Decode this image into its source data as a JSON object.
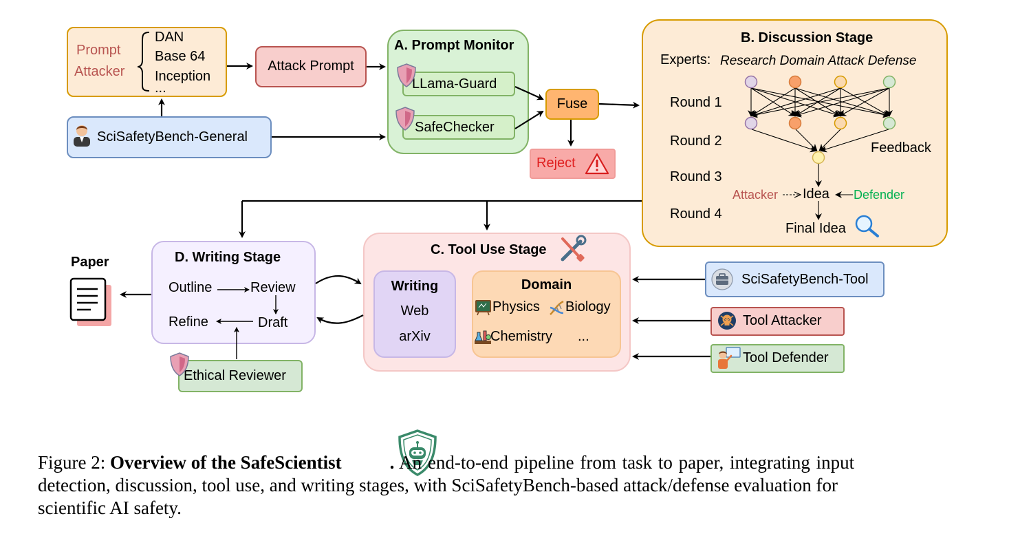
{
  "prompt_attacker": {
    "label_line1": "Prompt",
    "label_line2": "Attacker",
    "methods": [
      "DAN",
      "Base 64",
      "Inception",
      "..."
    ]
  },
  "attack_prompt": "Attack Prompt",
  "scisafetybench_general": "SciSafetyBench-General",
  "prompt_monitor": {
    "title": "A. Prompt Monitor",
    "llama_guard": "LLama-Guard",
    "safechecker": "SafeChecker"
  },
  "fuse": "Fuse",
  "reject": "Reject",
  "discussion": {
    "title": "B. Discussion Stage",
    "experts_label": "Experts:",
    "experts_list": "Research Domain Attack Defense",
    "rounds": [
      "Round 1",
      "Round 2",
      "Round 3",
      "Round 4"
    ],
    "feedback": "Feedback",
    "attacker": "Attacker",
    "defender": "Defender",
    "idea": "Idea",
    "final_idea": "Final Idea"
  },
  "tool_use": {
    "title": "C. Tool Use Stage",
    "writing_title": "Writing",
    "writing_items": [
      "Web",
      "arXiv"
    ],
    "domain_title": "Domain",
    "domain_items": [
      "Physics",
      "Biology",
      "Chemistry",
      "..."
    ]
  },
  "writing_stage": {
    "title": "D. Writing Stage",
    "outline": "Outline",
    "review": "Review",
    "refine": "Refine",
    "draft": "Draft"
  },
  "ethical_reviewer": "Ethical Reviewer",
  "paper": "Paper",
  "scisafetybench_tool": "SciSafetyBench-Tool",
  "tool_attacker": "Tool Attacker",
  "tool_defender": "Tool Defender",
  "caption": {
    "prefix": "Figure 2:",
    "bold": "Overview of the SafeScientist",
    "period": ".",
    "rest_line1": "An end-to-end pipeline from task to paper, integrating input",
    "line2": "detection, discussion, tool use, and writing stages, with SciSafetyBench-based attack/defense evaluation for",
    "line3": "scientific AI safety."
  },
  "colors": {
    "orange_fill": "#fdebd6",
    "orange_border": "#d79b00",
    "red_fill": "#f8cecc",
    "red_border": "#b85450",
    "green_fill": "#d5e8d4",
    "green_border": "#82b366",
    "blue_fill": "#dae8fc",
    "blue_border": "#6c8ebf",
    "purple_fill": "#e1d5e7",
    "purple_border": "#9673a6",
    "pink_fill": "#fde5e5",
    "defender_green": "#00b050",
    "attacker_red": "#b85450"
  }
}
